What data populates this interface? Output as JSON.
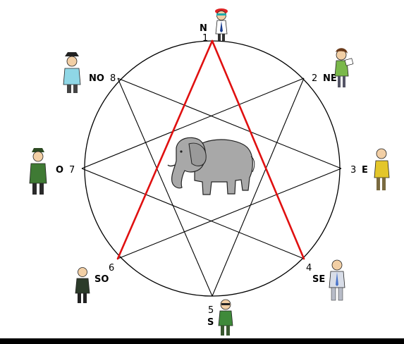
{
  "points": [
    {
      "number": "1",
      "direction": "N"
    },
    {
      "number": "2",
      "direction": "NE"
    },
    {
      "number": "3",
      "direction": "E"
    },
    {
      "number": "4",
      "direction": "SE"
    },
    {
      "number": "5",
      "direction": "S"
    },
    {
      "number": "6",
      "direction": "SO"
    },
    {
      "number": "7",
      "direction": "O"
    },
    {
      "number": "8",
      "direction": "NO"
    }
  ],
  "colors": {
    "circle_stroke": "#000000",
    "star_stroke": "#000000",
    "highlight_stroke": "#e01010",
    "elephant_body": "#a8a8a8",
    "elephant_outline": "#222222",
    "bottom_bar": "#000000"
  },
  "highlighted_triangle": [
    "6",
    "1",
    "4"
  ],
  "figures": [
    {
      "at": "1",
      "icon": "person-cap-tie-icon"
    },
    {
      "at": "2",
      "icon": "person-woman-reading-icon"
    },
    {
      "at": "3",
      "icon": "person-yellow-shirt-icon"
    },
    {
      "at": "4",
      "icon": "person-tall-suit-icon"
    },
    {
      "at": "5",
      "icon": "person-green-shirt-glasses-icon"
    },
    {
      "at": "6",
      "icon": "person-dark-suit-icon"
    },
    {
      "at": "7",
      "icon": "person-green-coat-hat-icon"
    },
    {
      "at": "8",
      "icon": "person-cyan-shirt-hat-icon"
    }
  ],
  "center_icon": "elephant-icon"
}
